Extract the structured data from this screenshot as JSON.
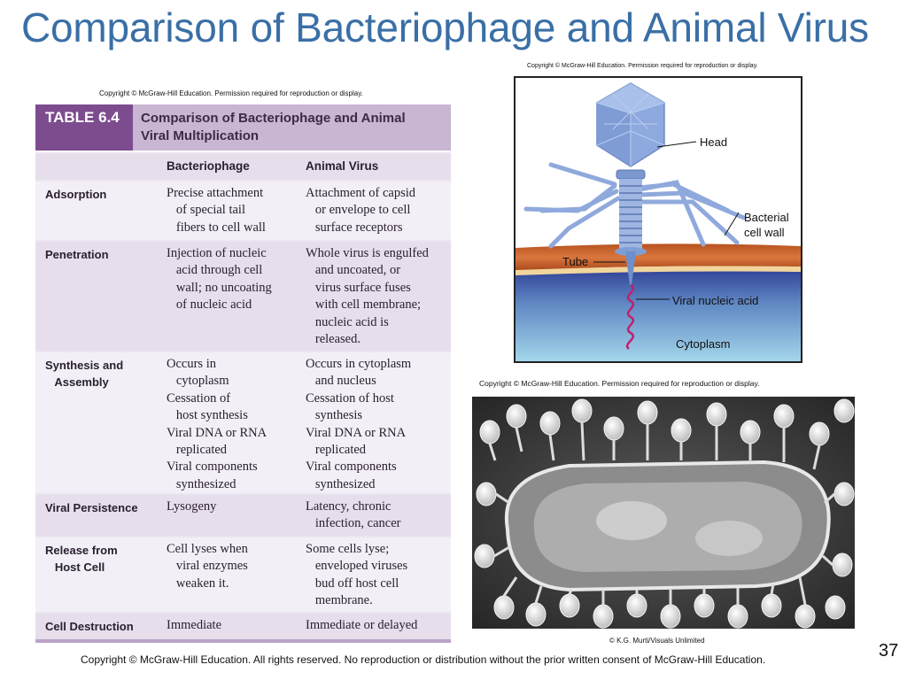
{
  "slide": {
    "title": "Comparison of Bacteriophage and Animal Virus",
    "page_number": "37",
    "footer": "Copyright © McGraw-Hill Education. All rights reserved. No reproduction or distribution without the prior written consent of McGraw-Hill Education."
  },
  "copyrights": {
    "table_notice": "Copyright © McGraw-Hill Education. Permission required for reproduction or display.",
    "diagram_notice": "Copyright © McGraw-Hill Education. Permission required for reproduction or display.",
    "micrograph_notice": "Copyright © McGraw-Hill Education. Permission required for reproduction or display.",
    "micrograph_credit": "© K.G. Murti/Visuals Unlimited"
  },
  "table": {
    "tag": "TABLE 6.4",
    "caption_line1": "Comparison of Bacteriophage and Animal",
    "caption_line2": "Viral Multiplication",
    "columns": [
      "Bacteriophage",
      "Animal Virus"
    ],
    "rows": [
      {
        "label": "Adsorption",
        "phage": "Precise attachment\n   of special tail\n   fibers to cell wall",
        "animal": "Attachment of capsid\n   or envelope to cell\n   surface receptors"
      },
      {
        "label": "Penetration",
        "phage": "Injection of nucleic\n   acid through cell\n   wall; no uncoating\n   of nucleic acid",
        "animal": "Whole virus is engulfed\n   and uncoated, or\n   virus surface fuses\n   with cell membrane;\n   nucleic acid is\n   released."
      },
      {
        "label": "Synthesis and\n   Assembly",
        "phage": "Occurs in\n   cytoplasm\nCessation of\n   host synthesis\nViral DNA or RNA\n   replicated\nViral components\n   synthesized",
        "animal": "Occurs in cytoplasm\n   and nucleus\nCessation of host\n   synthesis\nViral DNA or RNA\n   replicated\nViral components\n   synthesized"
      },
      {
        "label": "Viral Persistence",
        "phage": "Lysogeny",
        "animal": "Latency, chronic\n   infection, cancer"
      },
      {
        "label": "Release from\n   Host Cell",
        "phage": "Cell lyses when\n   viral enzymes\n   weaken it.",
        "animal": "Some cells lyse;\n   enveloped viruses\n   bud off host cell\n   membrane."
      },
      {
        "label": "Cell Destruction",
        "phage": "Immediate",
        "animal": "Immediate or delayed"
      }
    ]
  },
  "diagram": {
    "labels": {
      "head": "Head",
      "cell_wall_1": "Bacterial",
      "cell_wall_2": "cell wall",
      "tube": "Tube",
      "nucleic_acid": "Viral nucleic acid",
      "cytoplasm": "Cytoplasm"
    },
    "colors": {
      "virus": "#7f9fd4",
      "cell_wall": "#c9652f",
      "cytoplasm_top": "#3c4f9a",
      "cytoplasm_bottom": "#9ad0e6",
      "nucleic_acid": "#c0206e",
      "table_header": "#7d4c8f"
    }
  }
}
